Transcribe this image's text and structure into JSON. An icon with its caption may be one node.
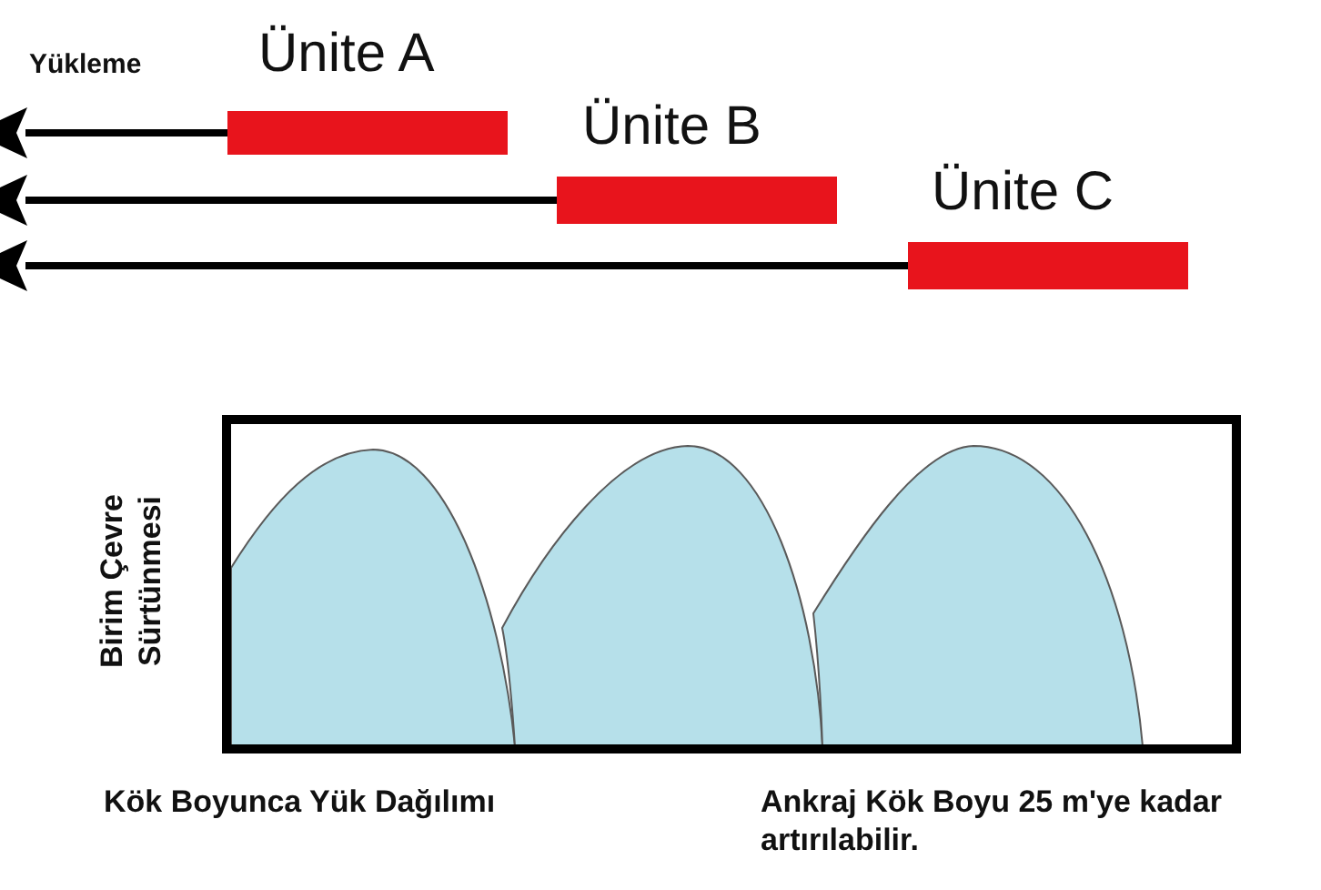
{
  "diagram": {
    "nodes": [
      {
        "text": [
          "Ünite A"
        ]
      },
      {
        "text": [
          "Ünite B"
        ]
      },
      {
        "text": [
          "Ünite C"
        ]
      }
    ],
    "edges": [
      {
        "from": 0,
        "to": null,
        "arrow": "to"
      },
      {
        "from": 1,
        "to": null,
        "arrow": "to"
      },
      {
        "from": 2,
        "to": null,
        "arrow": "to"
      }
    ],
    "labels": [
      "Yükleme",
      "Birim Çevre Sürtünmesi",
      "Kök Boyunca Yük Dağılımı",
      "Ankraj Kök Boyu 25 m'ye kadar artırılabilir."
    ]
  }
}
